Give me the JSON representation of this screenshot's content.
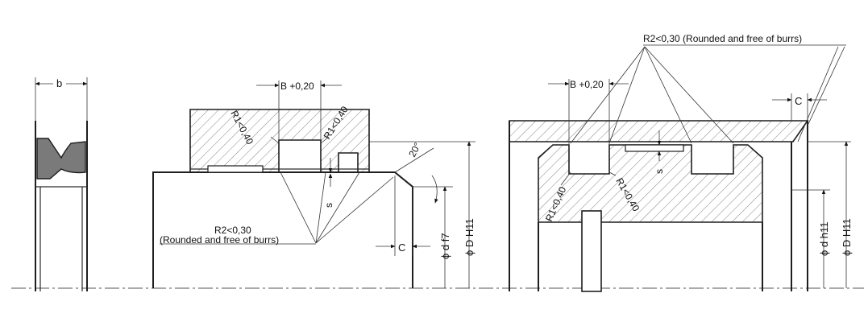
{
  "labels": {
    "b": "b",
    "b_tol_left": "B +0,20",
    "b_tol_right": "B +0,20",
    "r1_left_a": "R1<0,40",
    "r1_left_b": "R1<0,40",
    "r1_right_a": "R1<0,40",
    "r1_right_b": "R1<0,40",
    "s_left": "s",
    "s_right": "s",
    "angle": "20°",
    "r2_left": "R2<0,30",
    "burrs_left": "(Rounded and free of burrs)",
    "r2_right": "R2<0,30 (Rounded and free of burrs)",
    "c_left": "C",
    "c_right": "C",
    "d_f7": "ϕ d f7",
    "D_H11_left": "ϕ D H11",
    "d_h11": "ϕ d h11",
    "D_H11_right": "ϕ D H11"
  },
  "colors": {
    "line": "#1e1e1e",
    "hatch": "#777777",
    "background": "#ffffff"
  }
}
